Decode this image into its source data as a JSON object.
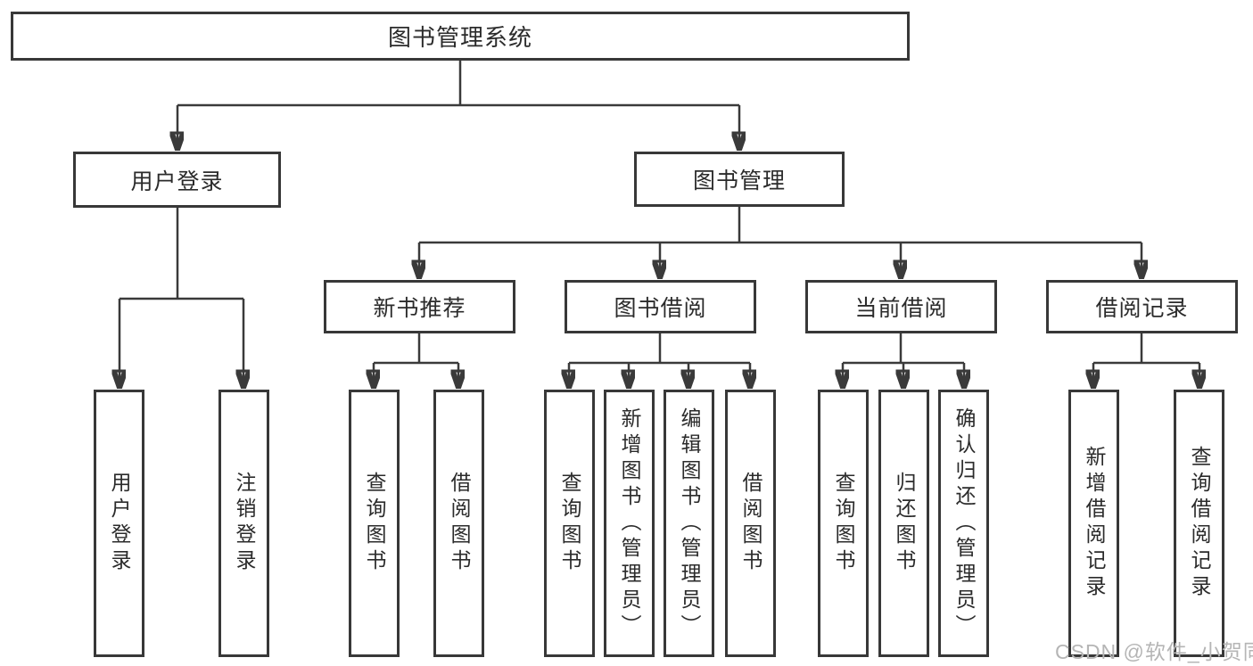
{
  "tree": {
    "root_label": "图书管理系统",
    "login_branch": {
      "label": "用户登录",
      "children": [
        "用户登录",
        "注销登录"
      ]
    },
    "mgmt_branch": {
      "label": "图书管理",
      "groups": [
        {
          "label": "新书推荐",
          "children": [
            "查询图书",
            "借阅图书"
          ]
        },
        {
          "label": "图书借阅",
          "children": [
            "查询图书",
            "新增图书（管理员）",
            "编辑图书（管理员）",
            "借阅图书"
          ]
        },
        {
          "label": "当前借阅",
          "children": [
            "查询图书",
            "归还图书",
            "确认归还（管理员）"
          ]
        },
        {
          "label": "借阅记录",
          "children": [
            "新增借阅记录",
            "查询借阅记录"
          ]
        }
      ]
    }
  },
  "watermark": {
    "text": "CSDN @软件_小贺同学"
  },
  "colors": {
    "box_border": "#383838",
    "connector_line": "#3a3a3a",
    "text": "#2b2b2b",
    "watermark_text": "#b5b5b5",
    "background": "#ffffff"
  }
}
